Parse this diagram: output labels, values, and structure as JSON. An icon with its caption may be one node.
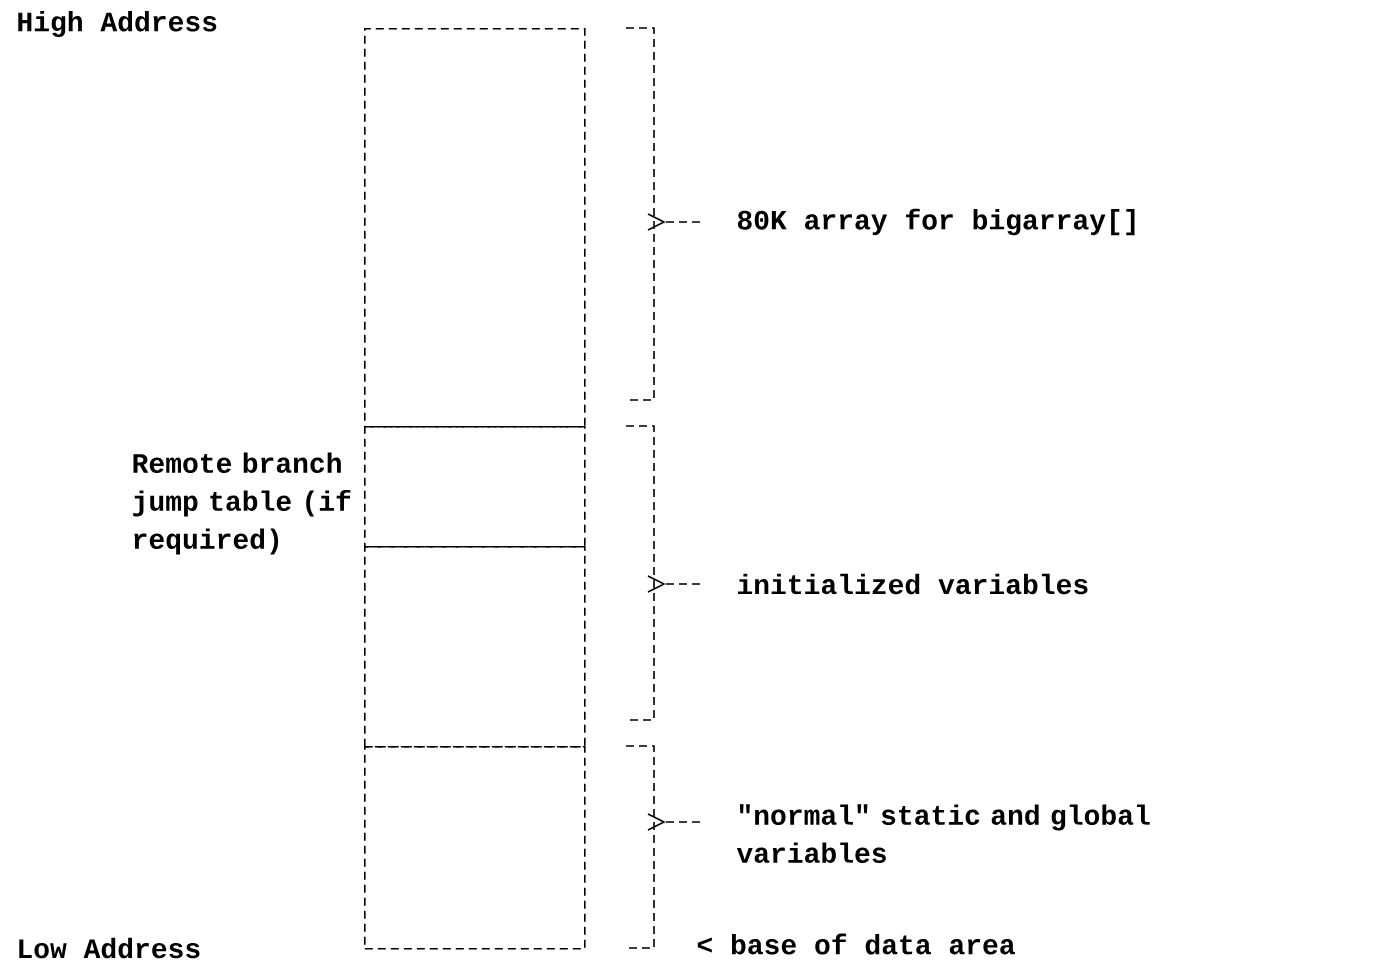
{
  "diagram": {
    "nodes": [
      {
        "text": [],
        "shape": "box"
      },
      {
        "text": [],
        "shape": "box",
        "beside": [
          "Remote branch jump table (if required)"
        ]
      },
      {
        "text": [],
        "shape": "box"
      },
      {
        "text": [],
        "shape": "box"
      }
    ],
    "labels": [
      "High Address",
      "80K array for bigarray[]",
      "initialized variables",
      "\"normal\" static and global variables",
      "Low Address",
      "< base of data area"
    ]
  }
}
